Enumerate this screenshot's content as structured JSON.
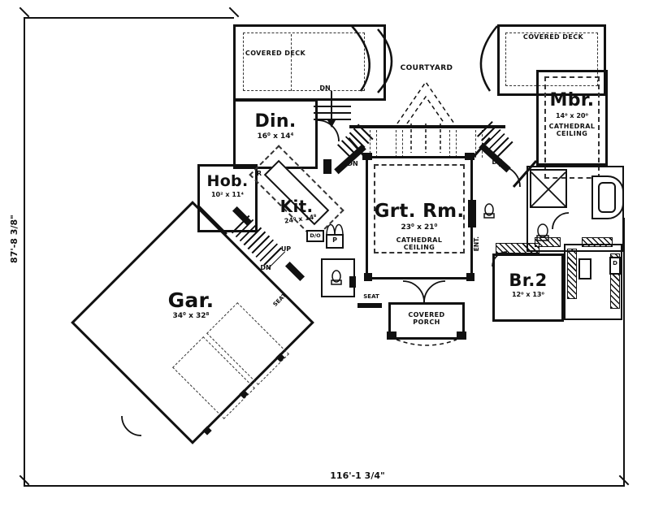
{
  "drawing": {
    "type": "first-floor-plan",
    "ink_color": "#111111",
    "paper_color": "#ffffff"
  },
  "dimensions": {
    "left": "87'-8 3/8\"",
    "bottom": "116'-1 3/4\""
  },
  "rooms": {
    "deck_left": {
      "label": "COVERED DECK"
    },
    "deck_right": {
      "label": "COVERED DECK"
    },
    "courtyard": {
      "label": "COURTYARD"
    },
    "din": {
      "label": "Din.",
      "size": "16⁰ x 14⁴"
    },
    "mbr": {
      "label": "Mbr.",
      "size": "14⁰ x 20⁰",
      "note": "CATHEDRAL CEILING"
    },
    "grt": {
      "label": "Grt. Rm.",
      "size": "23⁰ x 21⁰",
      "note": "CATHEDRAL CEILING"
    },
    "hob": {
      "label": "Hob.",
      "size": "10² x 11⁴"
    },
    "kit": {
      "label": "Kit.",
      "size": "24⁰ x 14⁸"
    },
    "gar": {
      "label": "Gar.",
      "size": "34⁰ x 32⁸"
    },
    "br2": {
      "label": "Br.2",
      "size": "12⁰ x 13⁰"
    },
    "porch": {
      "label": "COVERED PORCH"
    }
  },
  "annotations": {
    "dn": "DN",
    "up": "UP",
    "seat": "SEAT",
    "ent": "ENT.",
    "fridge": "R",
    "pantry": "P",
    "double_oven": "D/O",
    "dryer": "D"
  }
}
